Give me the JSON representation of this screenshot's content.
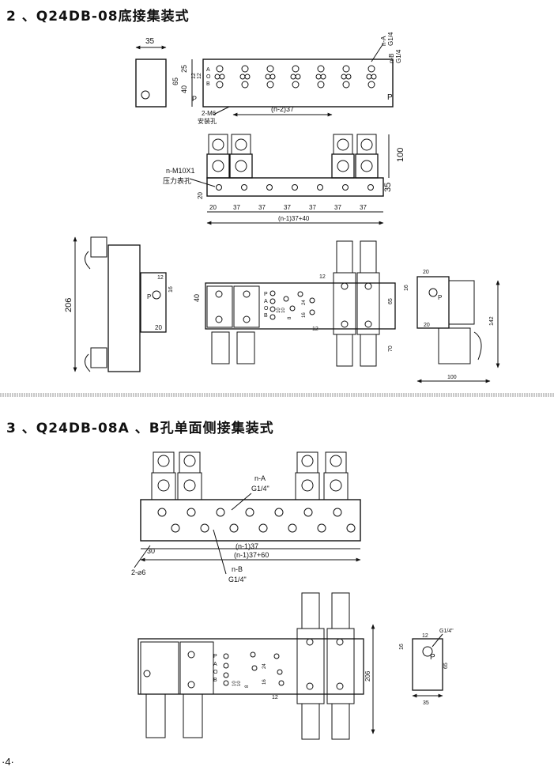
{
  "section1": {
    "title": "2 、Q24DB-08底接集装式",
    "top_view": {
      "width_35": "35",
      "dim_65": "65",
      "dim_40": "40",
      "dim_25": "25",
      "dim_12a": "12",
      "dim_12b": "12",
      "port_a": "A",
      "port_o": "O",
      "port_b": "B",
      "port_p_left": "P",
      "port_p_right": "P",
      "hole_label": "2-M6",
      "hole_caption": "安装孔",
      "pitch": "(n-2)37",
      "na_label": "n-A",
      "na_thread": "G1/4",
      "nb_label": "n-B",
      "nb_thread": "G1/4"
    },
    "front_view": {
      "gauge_label": "n-M10X1",
      "gauge_caption": "压力表孔",
      "height_100": "100",
      "height_35": "35",
      "height_20": "20",
      "seg_first": "20",
      "seg": [
        "37",
        "37",
        "37",
        "37",
        "37",
        "37"
      ],
      "total": "(n-1)37+40"
    },
    "lower": {
      "height_206": "206",
      "d12_left": "12",
      "d16_left": "16",
      "p_left": "P",
      "d20_left": "20",
      "d40": "40",
      "d12_mid_top": "12",
      "d65": "65",
      "d70": "70",
      "d12_mid_bot": "12",
      "p_mid": "P",
      "a_mid": "A",
      "o_mid": "O",
      "b_mid": "B",
      "n10a": "10",
      "n10b": "10",
      "n24": "24",
      "n16": "16",
      "n8": "8",
      "r16": "16",
      "r20_top": "20",
      "r_p": "P",
      "r20_bot": "20",
      "r142": "142",
      "r100": "100"
    }
  },
  "section2": {
    "title": "3 、Q24DB-08A 、B孔单面侧接集装式",
    "upper": {
      "na_label": "n-A",
      "na_thread": "G1/4\"",
      "d30": "30",
      "pitch": "(n-1)37",
      "total": "(n-1)37+60",
      "hole_label": "2-⌀6",
      "nb_label": "n-B",
      "nb_thread": "G1/4\""
    },
    "lower": {
      "p": "P",
      "a": "A",
      "o": "O",
      "b": "B",
      "n10a": "10",
      "n10b": "10",
      "n8": "8",
      "n24": "24",
      "n16": "16",
      "n12": "12",
      "h206": "206",
      "g_thread": "G1/4\"",
      "r12": "12",
      "r16": "16",
      "r_p": "P",
      "r65": "65",
      "r35": "35"
    }
  },
  "page_number": "·4·"
}
